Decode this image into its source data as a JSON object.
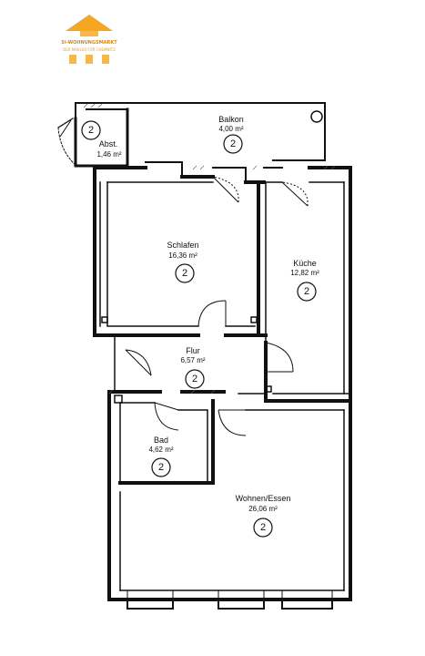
{
  "logo": {
    "brand": "SI-WOHNUNGSMARKT",
    "tagline": "DER MAKLER FÜR CHEMNITZ",
    "colors": {
      "roof": "#f5a623",
      "house": "#f7b84a"
    }
  },
  "rooms": {
    "abst": {
      "name": "Abst.",
      "area": "1,46  m²",
      "number": "2"
    },
    "balkon": {
      "name": "Balkon",
      "area": "4,00  m²",
      "number": "2"
    },
    "schlafen": {
      "name": "Schlafen",
      "area": "16,36  m²",
      "number": "2"
    },
    "kueche": {
      "name": "Küche",
      "area": "12,82  m²",
      "number": "2"
    },
    "flur": {
      "name": "Flur",
      "area": "6,57  m²",
      "number": "2"
    },
    "bad": {
      "name": "Bad",
      "area": "4,62  m²",
      "number": "2"
    },
    "wohnen": {
      "name": "Wohnen/Essen",
      "area": "26,06  m²",
      "number": "2"
    }
  }
}
